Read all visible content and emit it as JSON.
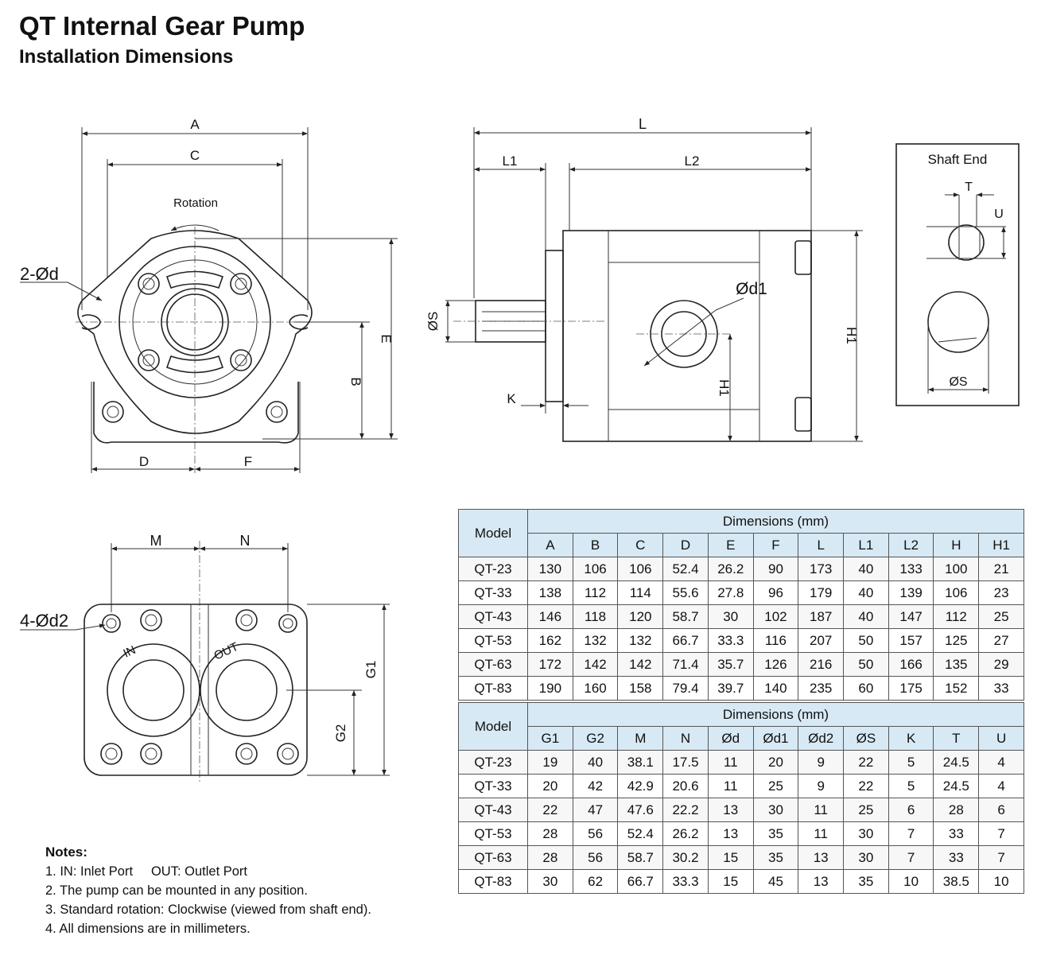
{
  "header": {
    "title": "QT Internal Gear Pump",
    "subtitle": "Installation Dimensions"
  },
  "drawing": {
    "front_view": {
      "labels": {
        "A": "A",
        "C": "C",
        "rotation": "Rotation",
        "holes": "2-Ød",
        "D": "D",
        "F": "F",
        "E": "E",
        "B": "B"
      }
    },
    "side_view": {
      "labels": {
        "L": "L",
        "L1": "L1",
        "L2": "L2",
        "S": "ØS",
        "port": "Ød1",
        "K": "K",
        "H1": "H1",
        "H": "H1"
      }
    },
    "shaft_end": {
      "title": "Shaft End",
      "labels": {
        "T": "T",
        "U": "U",
        "S": "ØS"
      }
    },
    "port_view": {
      "labels": {
        "M": "M",
        "N": "N",
        "holes": "4-Ød2",
        "inlet": "IN",
        "outlet": "OUT",
        "G1": "G1",
        "G2": "G2"
      }
    }
  },
  "table1": {
    "model_header": "Model",
    "group_header": "Dimensions (mm)",
    "columns": [
      "A",
      "B",
      "C",
      "D",
      "E",
      "F",
      "L",
      "L1",
      "L2",
      "H",
      "H1"
    ],
    "rows": [
      [
        "QT-23",
        "130",
        "106",
        "106",
        "52.4",
        "26.2",
        "90",
        "173",
        "40",
        "133",
        "100",
        "21"
      ],
      [
        "QT-33",
        "138",
        "112",
        "114",
        "55.6",
        "27.8",
        "96",
        "179",
        "40",
        "139",
        "106",
        "23"
      ],
      [
        "QT-43",
        "146",
        "118",
        "120",
        "58.7",
        "30",
        "102",
        "187",
        "40",
        "147",
        "112",
        "25"
      ],
      [
        "QT-53",
        "162",
        "132",
        "132",
        "66.7",
        "33.3",
        "116",
        "207",
        "50",
        "157",
        "125",
        "27"
      ],
      [
        "QT-63",
        "172",
        "142",
        "142",
        "71.4",
        "35.7",
        "126",
        "216",
        "50",
        "166",
        "135",
        "29"
      ],
      [
        "QT-83",
        "190",
        "160",
        "158",
        "79.4",
        "39.7",
        "140",
        "235",
        "60",
        "175",
        "152",
        "33"
      ]
    ]
  },
  "table2": {
    "model_header": "Model",
    "group_header": "Dimensions (mm)",
    "columns": [
      "G1",
      "G2",
      "M",
      "N",
      "Ød",
      "Ød1",
      "Ød2",
      "ØS",
      "K",
      "T",
      "U"
    ],
    "rows": [
      [
        "QT-23",
        "19",
        "40",
        "38.1",
        "17.5",
        "11",
        "20",
        "9",
        "22",
        "5",
        "24.5",
        "4"
      ],
      [
        "QT-33",
        "20",
        "42",
        "42.9",
        "20.6",
        "11",
        "25",
        "9",
        "22",
        "5",
        "24.5",
        "4"
      ],
      [
        "QT-43",
        "22",
        "47",
        "47.6",
        "22.2",
        "13",
        "30",
        "11",
        "25",
        "6",
        "28",
        "6"
      ],
      [
        "QT-53",
        "28",
        "56",
        "52.4",
        "26.2",
        "13",
        "35",
        "11",
        "30",
        "7",
        "33",
        "7"
      ],
      [
        "QT-63",
        "28",
        "56",
        "58.7",
        "30.2",
        "15",
        "35",
        "13",
        "30",
        "7",
        "33",
        "7"
      ],
      [
        "QT-83",
        "30",
        "62",
        "66.7",
        "33.3",
        "15",
        "45",
        "13",
        "35",
        "10",
        "38.5",
        "10"
      ]
    ]
  },
  "notes": {
    "title": "Notes:",
    "items": [
      "1. IN: Inlet Port     OUT: Outlet Port",
      "2. The pump can be mounted in any position.",
      "3. Standard rotation: Clockwise (viewed from shaft end).",
      "4. All dimensions are in millimeters."
    ]
  }
}
